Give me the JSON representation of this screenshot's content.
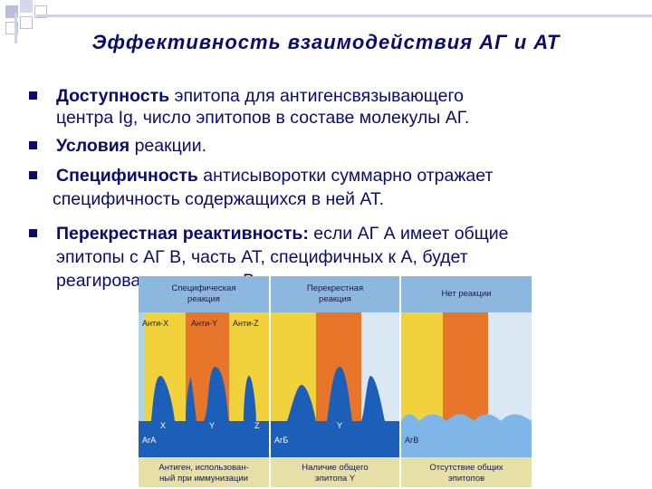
{
  "slide": {
    "title": "Эффективность взаимодействия АГ и АТ",
    "bullets": [
      {
        "bold": "Доступность",
        "lines": [
          " эпитопа для антигенсвязывающего",
          "центра Ig, число эпитопов в составе молекулы АГ."
        ]
      },
      {
        "bold": "Условия",
        "lines": [
          " реакции."
        ]
      },
      {
        "bold": "Специфичность",
        "lines": [
          " антисыворотки суммарно отражает",
          " специфичность содержащихся в ней АТ."
        ]
      },
      {
        "bold": "Перекрестная реактивность:",
        "lines": [
          " если АГ А имеет общие",
          "эпитопы с  АГ В, часть АТ, специфичных к А, будет",
          "реагировать также и с В."
        ]
      }
    ]
  },
  "figure": {
    "panels": [
      {
        "header": [
          "Специфическая",
          "реакция"
        ],
        "antigen": "АгА",
        "caption": [
          "Антиген, использован-",
          "ный при иммунизации"
        ]
      },
      {
        "header": [
          "Перекрестная",
          "реакция"
        ],
        "antigen": "АгБ",
        "caption": [
          "Наличие общего",
          "эпитопа Y"
        ]
      },
      {
        "header": [
          "Нет реакции"
        ],
        "antigen": "АгВ",
        "caption": [
          "Отсутствие общих",
          "эпитопов"
        ]
      }
    ],
    "antibody_labels": [
      "Анти-X",
      "Анти-Y",
      "Анти-Z"
    ],
    "epitope_labels": [
      "X",
      "Y",
      "Z",
      "Y"
    ],
    "colors": {
      "yellow": "#f2d23c",
      "orange": "#e8762a",
      "blue": "#1c5fb8",
      "light_blue": "#7fb6e8",
      "header_blue": "#8cb7df",
      "caption_bg": "#e6dfa6"
    }
  }
}
